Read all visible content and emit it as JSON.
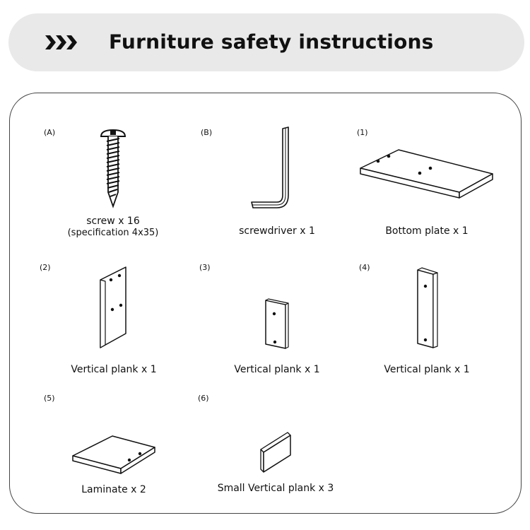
{
  "header": {
    "title": "Furniture safety instructions",
    "icon": "triple-chevron-right-icon"
  },
  "parts": [
    {
      "id": "A",
      "index": "(A)",
      "label": "screw x 16",
      "sublabel": "(specification 4x35)"
    },
    {
      "id": "B",
      "index": "(B)",
      "label": "screwdriver x 1"
    },
    {
      "id": "1",
      "index": "(1)",
      "label": "Bottom plate x 1"
    },
    {
      "id": "2",
      "index": "(2)",
      "label": "Vertical plank x 1"
    },
    {
      "id": "3",
      "index": "(3)",
      "label": "Vertical plank x 1"
    },
    {
      "id": "4",
      "index": "(4)",
      "label": "Vertical plank x 1"
    },
    {
      "id": "5",
      "index": "(5)",
      "label": "Laminate x 2"
    },
    {
      "id": "6",
      "index": "(6)",
      "label": "Small Vertical plank x 3"
    }
  ]
}
